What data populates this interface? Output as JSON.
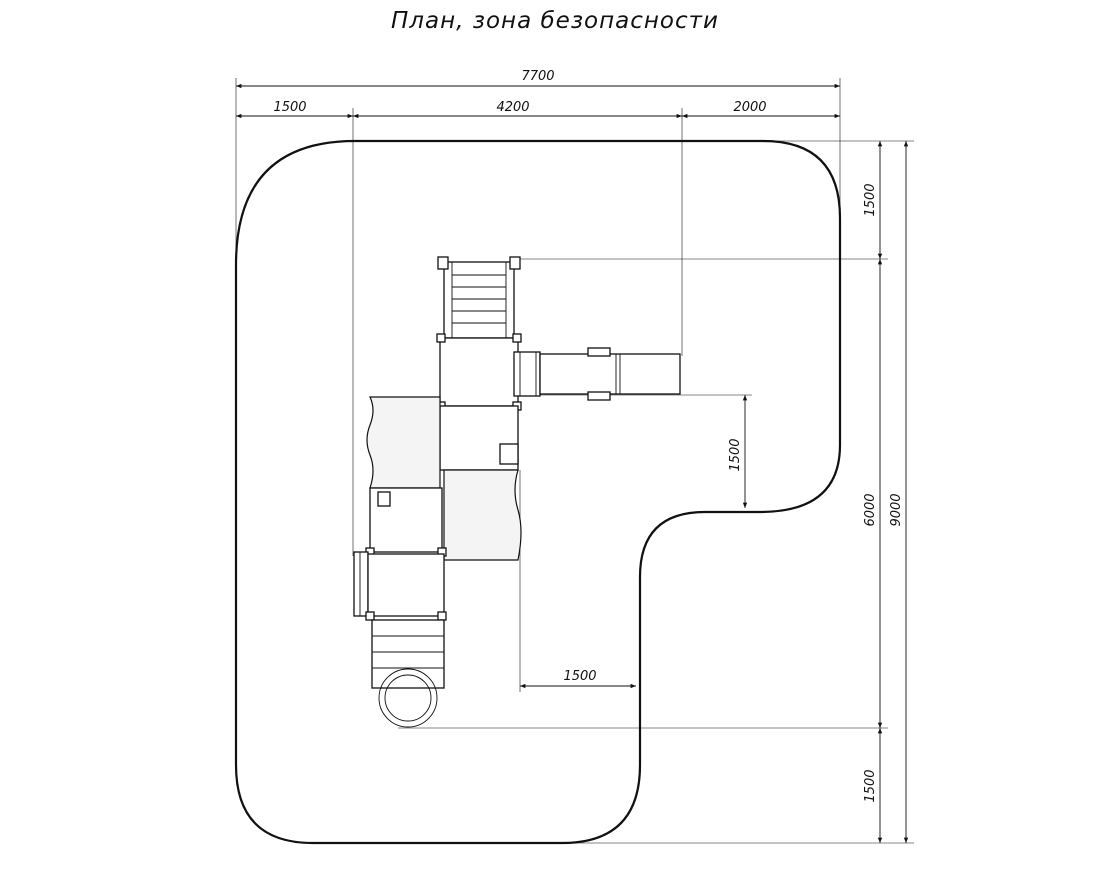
{
  "title": "План, зона безопасности",
  "dimensions": {
    "overall_width": "7700",
    "left_offset": "1500",
    "equipment_width": "4200",
    "right_offset": "2000",
    "top_offset": "1500",
    "equipment_length": "6000",
    "overall_length": "9000",
    "bottom_offset": "1500",
    "notch_vertical": "1500",
    "notch_horizontal": "1500"
  }
}
